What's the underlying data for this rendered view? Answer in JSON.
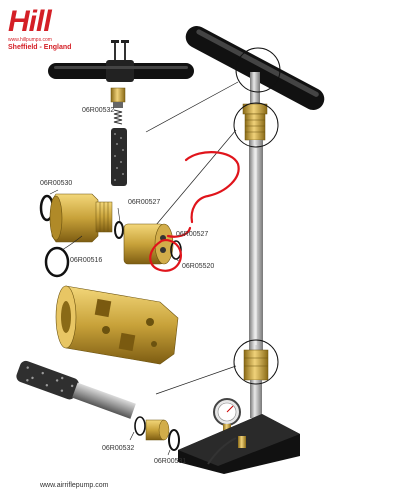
{
  "brand": {
    "name": "Hill",
    "url": "www.hillpumps.com",
    "location": "Sheffield - England"
  },
  "footer_url": "www.airriflepump.com",
  "part_labels": {
    "p1": "06R00532",
    "p2": "06R00530",
    "p3": "06R00527",
    "p4": "06R00527",
    "p5": "06R00516",
    "p6": "06R05520",
    "p7": "06R00532",
    "p8": "06R00531"
  },
  "colors": {
    "brass": "#c8a23a",
    "brass_dark": "#8a6a16",
    "annotation": "#e0141b",
    "handle": "#111111",
    "tube": "#a8a8a8"
  }
}
